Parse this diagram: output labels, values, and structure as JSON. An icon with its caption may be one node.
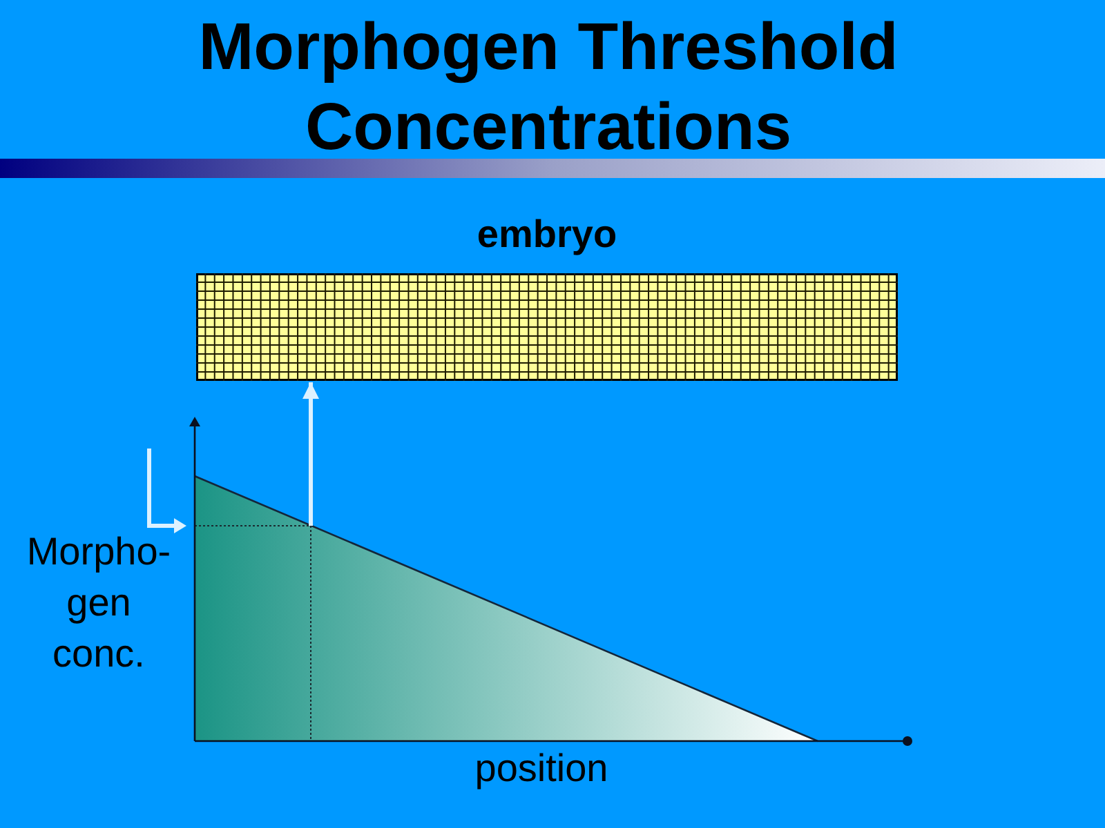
{
  "diagram": {
    "title": "Morphogen Threshold Concentrations",
    "nodes": [
      {
        "text": [],
        "shape": "bar"
      },
      {
        "text": [
          "embryo"
        ]
      }
    ],
    "edges": [
      {
        "from": null,
        "to": 1,
        "arrow": "to"
      }
    ],
    "labels": [
      "Morpho- gen conc.",
      "position"
    ]
  }
}
